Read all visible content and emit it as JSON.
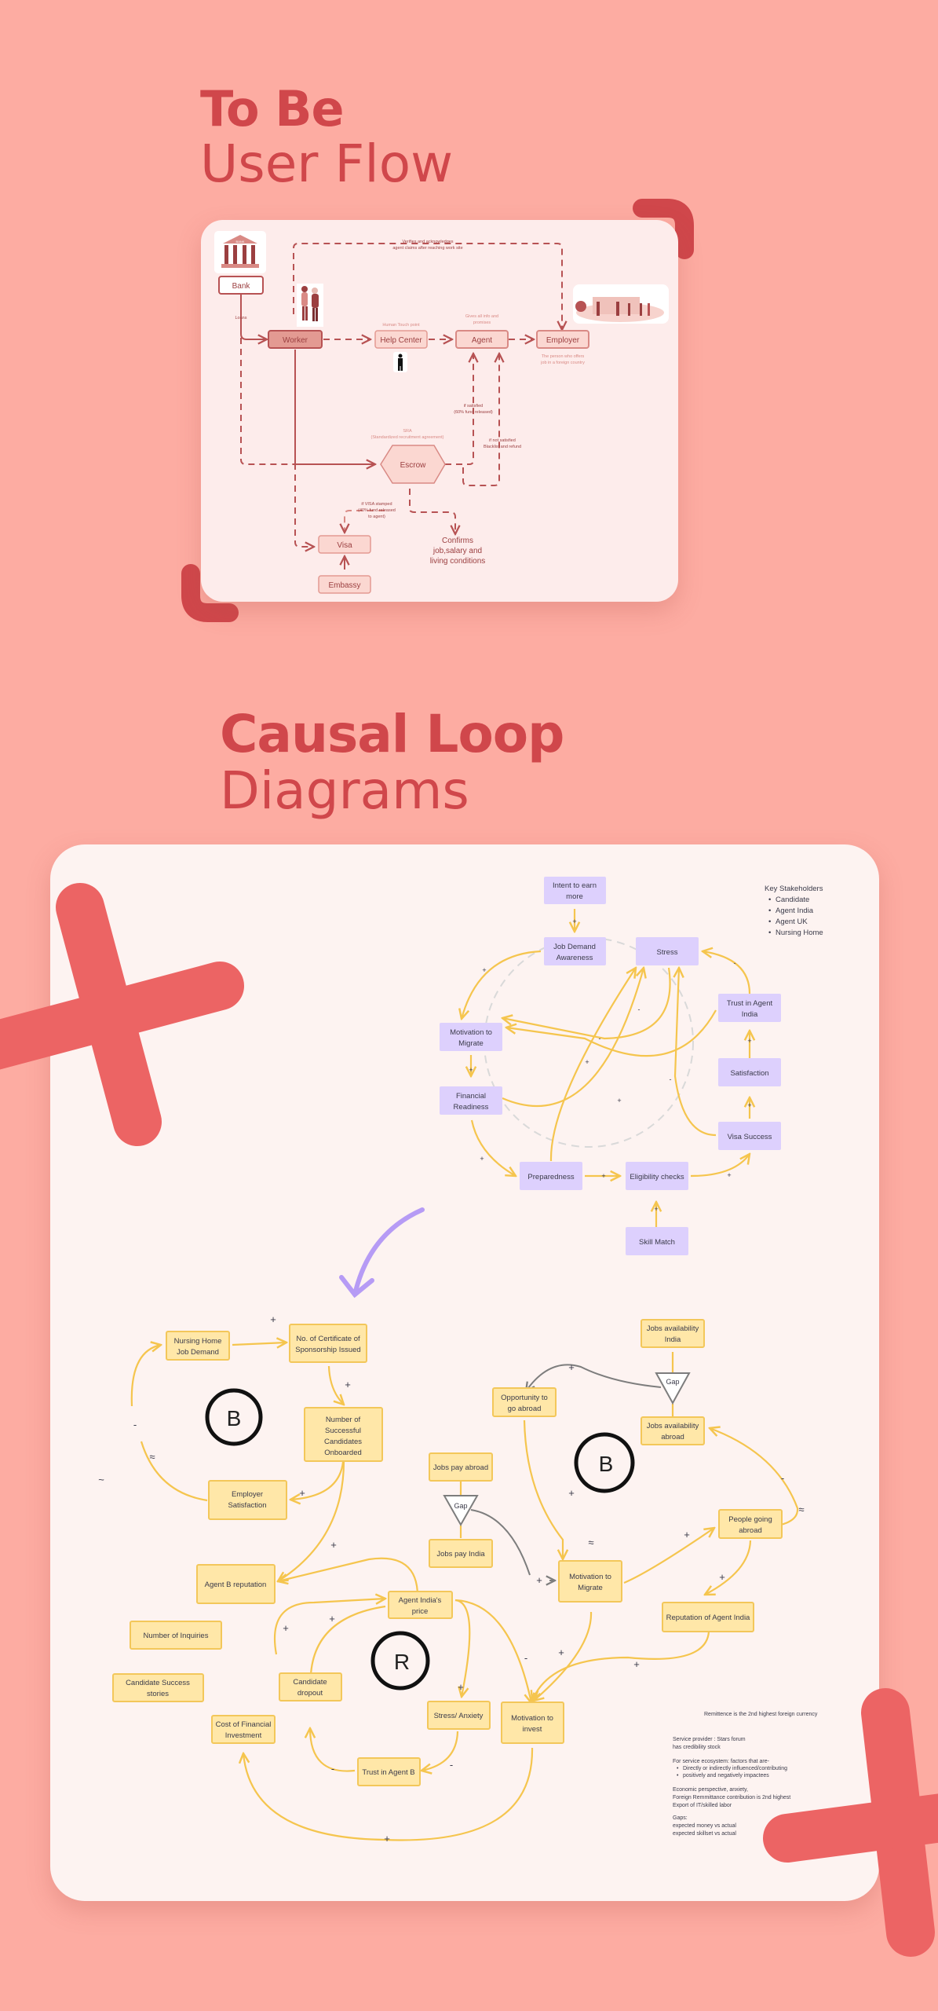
{
  "colors": {
    "background": "#fdaca2",
    "accent": "#d0474b",
    "card": "#fdf3f1",
    "node_purple": "#ddd0fd",
    "node_yellow": "#ffe7a8",
    "link_yellow": "#f5c54e",
    "decor_red": "#ec6464"
  },
  "section1": {
    "title_bold": "To Be",
    "title_light": "User Flow",
    "diagram": {
      "nodes": {
        "bank": "Bank",
        "worker": "Worker",
        "help_center": "Help Center",
        "agent": "Agent",
        "employer": "Employer",
        "escrow": "Escrow",
        "visa": "Visa",
        "embassy": "Embassy",
        "confirms": [
          "Confirms",
          "job,salary and",
          "living conditions"
        ]
      },
      "bank_sign": "BANK",
      "labels": {
        "verifies": [
          "Verifies and acknowledges",
          "agent claims after reaching work site"
        ],
        "loans": "Loans",
        "human_touch": "Human Touch point",
        "gives_info": [
          "Gives all info and",
          "promises"
        ],
        "employer_desc": [
          "The person who offers",
          "job in a foreign country"
        ],
        "if_satisfied": [
          "if satisfied",
          "(60% fund released)"
        ],
        "if_not_satisfied": [
          "if not satisfied",
          "Blacklist and refund"
        ],
        "sra": [
          "SRA",
          "(Standardized recruitment agreement)"
        ],
        "visa_stamped": [
          "if VISA stamped",
          "(40% fund released",
          "to agent)"
        ]
      }
    }
  },
  "section2": {
    "title_bold": "Causal Loop",
    "title_light": "Diagrams",
    "diagram1": {
      "nodes": {
        "intent": [
          "Intent to earn",
          "more"
        ],
        "job_demand": [
          "Job Demand",
          "Awareness"
        ],
        "stress": "Stress",
        "trust_agent_india": [
          "Trust in Agent",
          "India"
        ],
        "motivation": [
          "Motivation to",
          "Migrate"
        ],
        "satisfaction": "Satisfaction",
        "financial": [
          "Financial",
          "Readiness"
        ],
        "visa_success": "Visa Success",
        "preparedness": "Preparedness",
        "eligibility": "Eligibility checks",
        "skill_match": "Skill Match"
      },
      "stakeholders": {
        "heading": "Key Stakeholders",
        "items": [
          "Candidate",
          "Agent India",
          "Agent UK",
          "Nursing Home"
        ]
      },
      "plus": "+",
      "minus": "-"
    },
    "diagram2": {
      "nodes": {
        "nursing_demand": [
          "Nursing Home",
          "Job Demand"
        ],
        "cos_issued": [
          "No. of Certificate of",
          "Sponsorship Issued"
        ],
        "successful": [
          "Number of",
          "Successful",
          "Candidates",
          "Onboarded"
        ],
        "employer_sat": [
          "Employer",
          "Satisfaction"
        ],
        "agent_b_rep": "Agent B reputation",
        "agent_india_price": [
          "Agent India's",
          "price"
        ],
        "inquiries": "Number of Inquiries",
        "success_stories": [
          "Candidate Success",
          "stories"
        ],
        "candidate_dropout": [
          "Candidate",
          "dropout"
        ],
        "cost_fin": [
          "Cost of Financial",
          "Investment"
        ],
        "stress_anxiety": "Stress/ Anxiety",
        "motivation_invest": [
          "Motivation to",
          "invest"
        ],
        "trust_agent_b": "Trust in Agent B",
        "jobs_pay_abroad": "Jobs pay abroad",
        "jobs_pay_india": "Jobs pay India",
        "jobs_avail_india": [
          "Jobs availability",
          "India"
        ],
        "jobs_avail_abroad": [
          "Jobs availability",
          "abroad"
        ],
        "opportunity": [
          "Opportunity to",
          "go abroad"
        ],
        "motivation_migrate": [
          "Motivation to",
          "Migrate"
        ],
        "people_going": [
          "People going",
          "abroad"
        ],
        "rep_agent_india": "Reputation of Agent India"
      },
      "gap": "Gap",
      "loops": {
        "balancing": "B",
        "reinforcing": "R"
      },
      "delay": "≈",
      "tilde": "~",
      "notes": {
        "remittance": "Remittence is the 2nd highest foreign currency",
        "service_provider": [
          "Service provider : Stars forum",
          "has credibility stock"
        ],
        "ecosystem_heading": "For service ecosystem: factors that are-",
        "ecosystem_items": [
          "Directly or indirectly influenced/contributing",
          "positively and negatively impactees"
        ],
        "economic": [
          "Economic perspective, anxiety,",
          "Foreign Remmittance contribution is 2nd highest",
          "Export of IT/skilled labor"
        ],
        "gaps": [
          "Gaps:",
          "expected money vs actual",
          "expected skillset vs actual"
        ]
      }
    }
  }
}
